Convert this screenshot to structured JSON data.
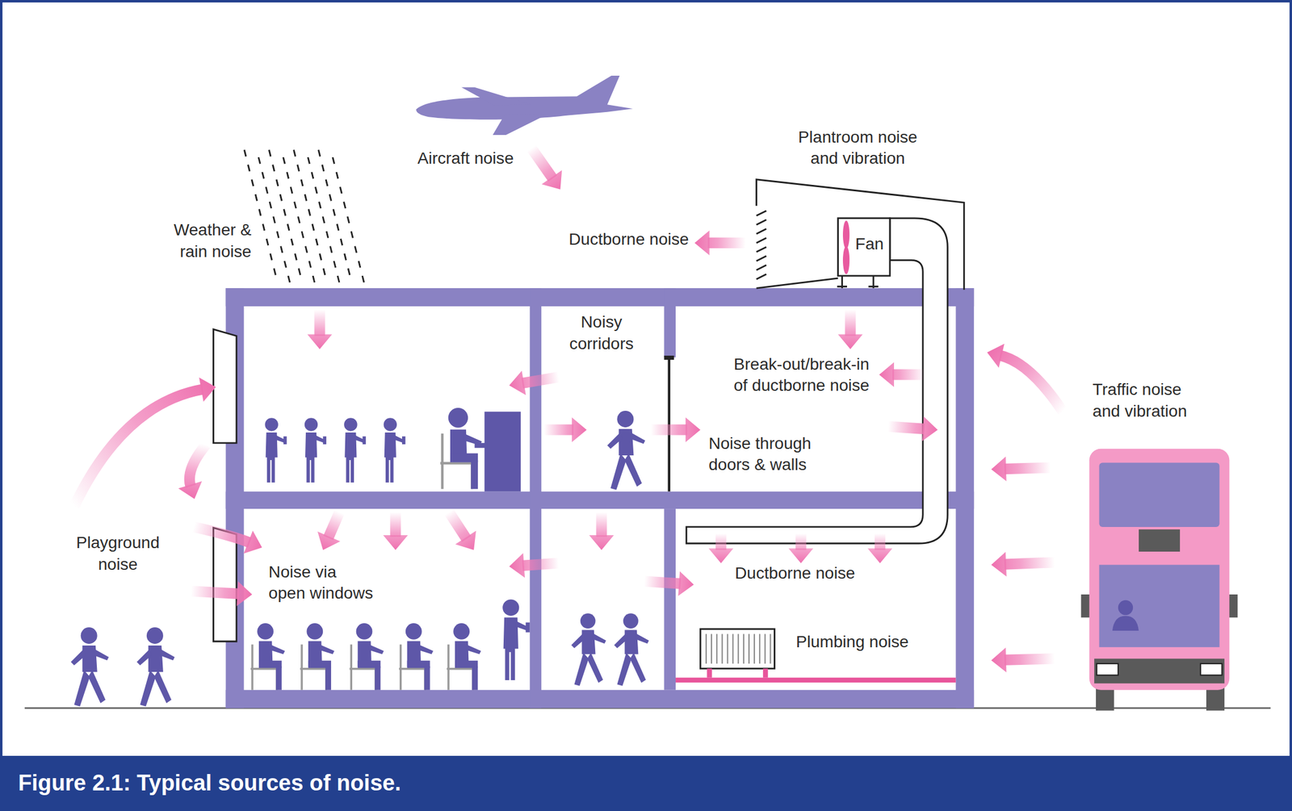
{
  "diagram": {
    "caption": "Figure 2.1: Typical sources of noise.",
    "labels": [
      "Aircraft noise",
      "Weather & rain noise",
      "Plantroom noise and vibration",
      "Ductborne noise",
      "Fan",
      "Noisy corridors",
      "Break-out/break-in of ductborne noise",
      "Noise through doors & walls",
      "Traffic noise and vibration",
      "Playground noise",
      "Noise via open windows",
      "Ductborne noise",
      "Plumbing noise"
    ]
  }
}
